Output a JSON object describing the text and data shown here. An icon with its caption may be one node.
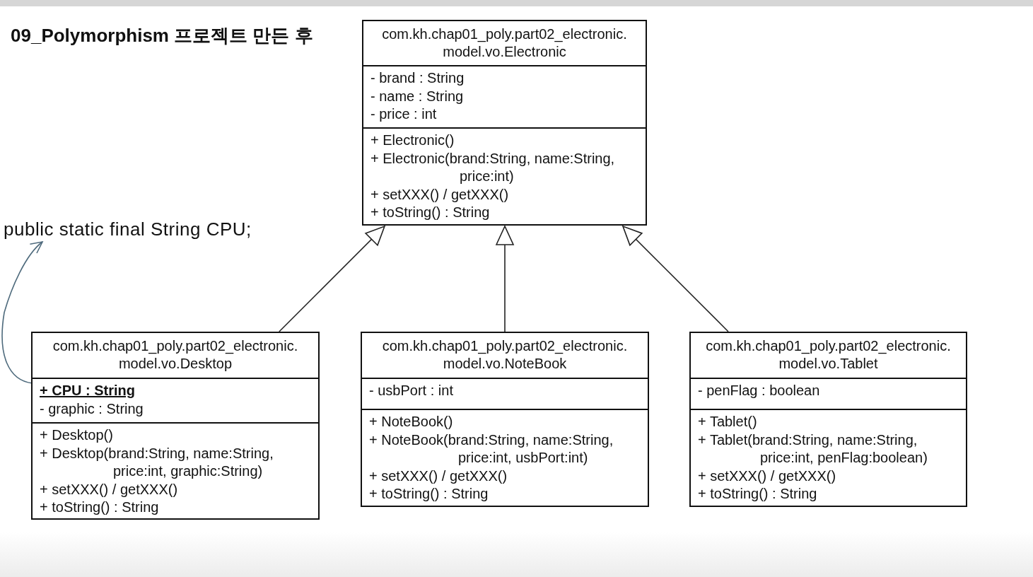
{
  "diagram": {
    "title": "09_Polymorphism 프로젝트 만든 후",
    "nodes": [
      {
        "text": [
          "com.kh.chap01_poly.part02_electronic. model.vo.Electronic"
        ]
      },
      {
        "text": [
          "- brand : String",
          "- name : String",
          "- price : int"
        ],
        "in": 0
      },
      {
        "text": [
          "+ Electronic()",
          "+ Electronic(brand:String, name:String, price:int)",
          "+ setXXX() / getXXX()",
          "+ toString() : String"
        ],
        "in": 0
      },
      {
        "text": [
          "public static final String CPU;"
        ]
      },
      {
        "text": [
          "com.kh.chap01_poly.part02_electronic. model.vo.Desktop"
        ]
      },
      {
        "text": [
          "+ CPU : String",
          "- graphic : String"
        ],
        "in": 4
      },
      {
        "text": [
          "+ Desktop()",
          "+ Desktop(brand:String, name:String, price:int, graphic:String)",
          "+ setXXX() / getXXX()",
          "+ toString() : String"
        ],
        "in": 4
      },
      {
        "text": [
          "com.kh.chap01_poly.part02_electronic. model.vo.NoteBook"
        ]
      },
      {
        "text": [
          "- usbPort : int"
        ],
        "in": 7
      },
      {
        "text": [
          "+ NoteBook()",
          "+ NoteBook(brand:String, name:String, price:int, usbPort:int)",
          "+ setXXX() / getXXX()",
          "+ toString() : String"
        ],
        "in": 7
      },
      {
        "text": [
          "com.kh.chap01_poly.part02_electronic. model.vo.Tablet"
        ]
      },
      {
        "text": [
          "- penFlag : boolean"
        ],
        "in": 10
      },
      {
        "text": [
          "+ Tablet()",
          "+ Tablet(brand:String, name:String, price:int, penFlag:boolean)",
          "+ setXXX() / getXXX()",
          "+ toString() : String"
        ],
        "in": 10
      }
    ],
    "edges": [
      {
        "from": 4,
        "to": 0,
        "arrow": "to"
      },
      {
        "from": 7,
        "to": 0,
        "arrow": "to"
      },
      {
        "from": 10,
        "to": 0,
        "arrow": "to"
      },
      {
        "from": 5,
        "to": 3,
        "arrow": "to",
        "color": "#4f6b7d"
      }
    ]
  }
}
